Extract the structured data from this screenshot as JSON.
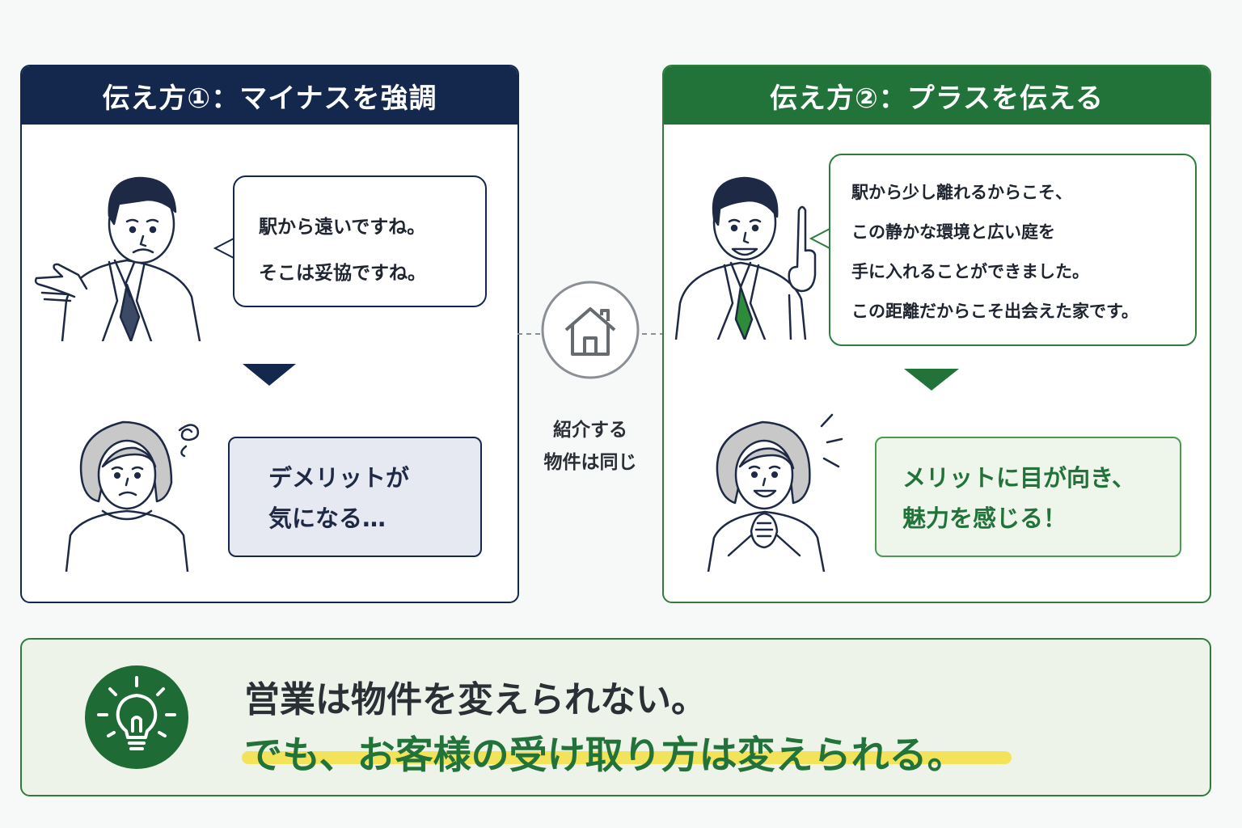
{
  "left_panel": {
    "title": "伝え方①：マイナスを強調",
    "speech_lines": [
      "駅から遠いですね。",
      "そこは妥協ですね。"
    ],
    "reaction_lines": [
      "デメリットが",
      "気になる…"
    ],
    "accent_color": "#14284d"
  },
  "right_panel": {
    "title": "伝え方②：プラスを伝える",
    "speech_lines": [
      "駅から少し離れるからこそ、",
      "この静かな環境と広い庭を",
      "手に入れることができました。",
      "この距離だからこそ出会えた家です。"
    ],
    "reaction_lines": [
      "メリットに目が向き、",
      "魅力を感じる！"
    ],
    "accent_color": "#21733a"
  },
  "center": {
    "icon": "house-icon",
    "caption_lines": [
      "紹介する",
      "物件は同じ"
    ]
  },
  "summary": {
    "icon": "lightbulb-icon",
    "line1": "営業は物件を変えられない。",
    "line2": "でも、お客様の受け取り方は変えられる。",
    "highlight_color": "#f2e35a"
  }
}
